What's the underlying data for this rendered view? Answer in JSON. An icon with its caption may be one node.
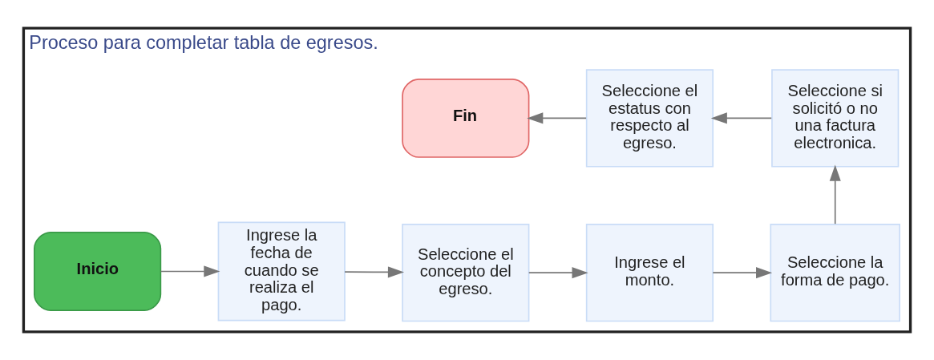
{
  "diagram": {
    "nodes": [
      {
        "text": [
          "Proceso para completar tabla de egresos."
        ]
      },
      {
        "text": [
          "Inicio"
        ],
        "in": 0
      },
      {
        "text": [
          "Ingrese la fecha de cuando se realiza el pago."
        ],
        "in": 0
      },
      {
        "text": [
          "Seleccione el concepto del egreso."
        ],
        "in": 0
      },
      {
        "text": [
          "Ingrese el monto."
        ],
        "in": 0
      },
      {
        "text": [
          "Seleccione la forma de pago."
        ],
        "in": 0
      },
      {
        "text": [
          "Seleccione si solicitó o no una factura electronica."
        ],
        "in": 0
      },
      {
        "text": [
          "Seleccione el estatus con respecto al egreso."
        ],
        "in": 0
      },
      {
        "text": [
          "Fin"
        ],
        "in": 0
      }
    ],
    "edges": [
      {
        "from": 1,
        "to": 2,
        "arrow": "to"
      },
      {
        "from": 2,
        "to": 3,
        "arrow": "to"
      },
      {
        "from": 3,
        "to": 4,
        "arrow": "to"
      },
      {
        "from": 4,
        "to": 5,
        "arrow": "to"
      },
      {
        "from": 5,
        "to": 6,
        "arrow": "to"
      },
      {
        "from": 6,
        "to": 7,
        "arrow": "to"
      },
      {
        "from": 7,
        "to": 8,
        "arrow": "to"
      }
    ]
  }
}
